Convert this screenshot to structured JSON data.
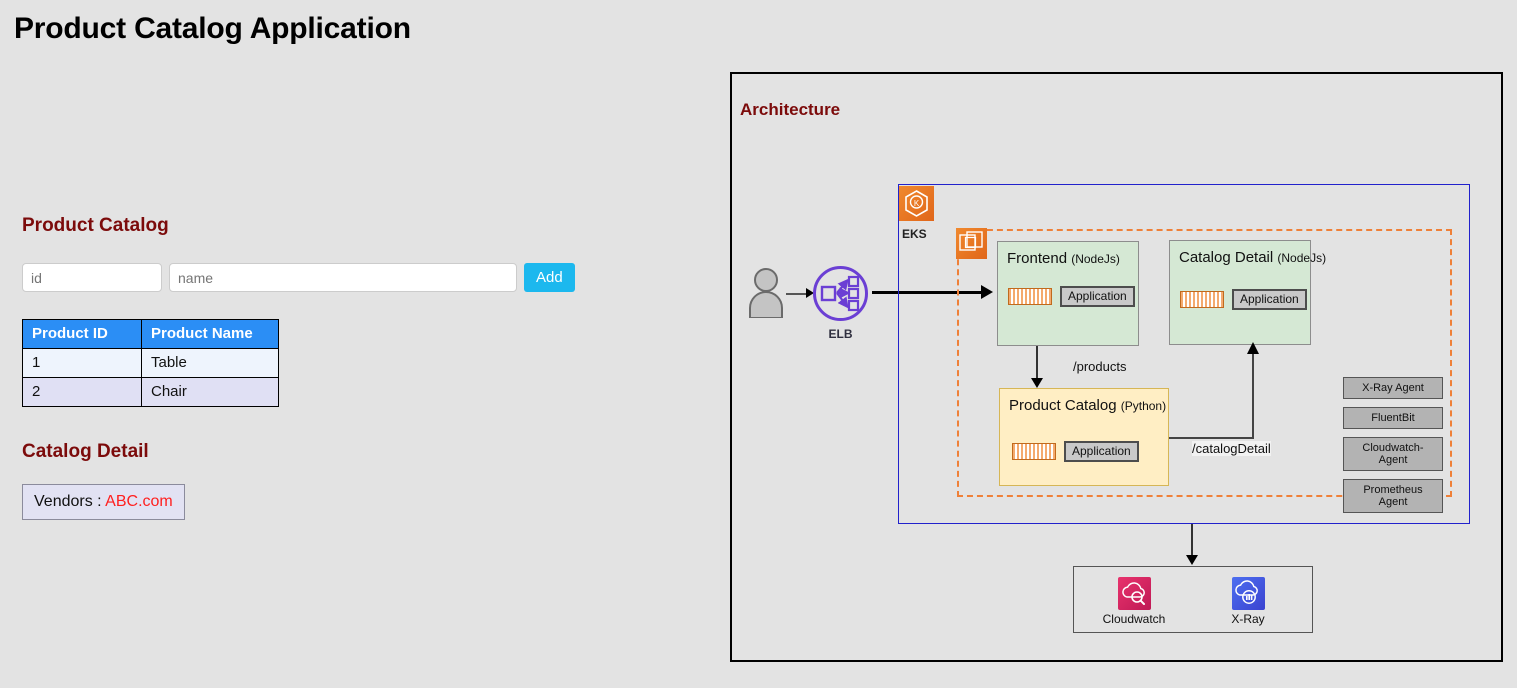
{
  "app": {
    "title": "Product Catalog Application"
  },
  "product_catalog": {
    "heading": "Product Catalog",
    "form": {
      "id_placeholder": "id",
      "id_value": "",
      "name_placeholder": "name",
      "name_value": "",
      "add_label": "Add"
    },
    "table": {
      "columns": [
        "Product ID",
        "Product Name"
      ],
      "rows": [
        {
          "id": "1",
          "name": "Table"
        },
        {
          "id": "2",
          "name": "Chair"
        }
      ]
    }
  },
  "catalog_detail": {
    "heading": "Catalog Detail",
    "vendor_label": "Vendors : ",
    "vendor_value": "ABC.com",
    "vendor_value_color": "#ff1f1f"
  },
  "architecture": {
    "heading": "Architecture",
    "actor": {
      "icon": "user-icon"
    },
    "elb": {
      "label": "ELB",
      "icon": "elastic-load-balancer-icon",
      "color": "#6b3fd4"
    },
    "eks": {
      "label": "EKS",
      "icon": "eks-icon",
      "border_color": "#2222cc",
      "icon_color": "#e0661a"
    },
    "node": {
      "icon": "eks-node-icon",
      "border_color": "#ef8038"
    },
    "pods": [
      {
        "name": "Frontend",
        "language": "(NodeJs)",
        "container_icon": "container-icon",
        "badge": "Application",
        "fill": "#d5e8d4"
      },
      {
        "name": "Catalog Detail",
        "language": "(NodeJs)",
        "container_icon": "container-icon",
        "badge": "Application",
        "fill": "#d5e8d4"
      },
      {
        "name": "Product Catalog",
        "language": "(Python)",
        "container_icon": "container-icon",
        "badge": "Application",
        "fill": "#ffeec4"
      }
    ],
    "edges": [
      {
        "label": "/products"
      },
      {
        "label": "/catalogDetail"
      }
    ],
    "agents": [
      {
        "label": "X-Ray Agent"
      },
      {
        "label": "FluentBit"
      },
      {
        "label": "Cloudwatch-Agent"
      },
      {
        "label": "Prometheus Agent"
      }
    ],
    "monitoring": [
      {
        "label": "Cloudwatch",
        "icon": "cloudwatch-icon",
        "color": "#bf1955"
      },
      {
        "label": "X-Ray",
        "icon": "xray-icon",
        "color": "#3b43d0"
      }
    ]
  }
}
